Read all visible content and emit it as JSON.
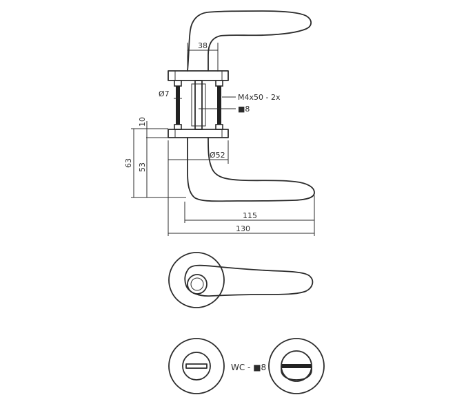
{
  "dimensions": {
    "d38": "38",
    "d7": "Ø7",
    "bolt": "M4x50 - 2x",
    "spindle": "■8",
    "d10": "10",
    "d52": "Ø52",
    "d63": "63",
    "d53": "53",
    "d115": "115",
    "d130": "130"
  },
  "labels": {
    "wc": "WC - ■8"
  }
}
